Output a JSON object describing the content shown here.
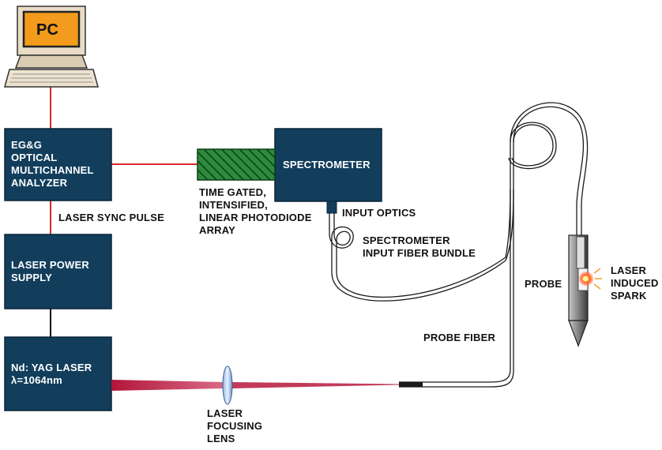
{
  "colors": {
    "box_fill": "#123e5c",
    "box_stroke": "#0a2436",
    "signal_line": "#d62828",
    "laser_beam": "#b2163a",
    "fiber": "#1a1a1a",
    "detector_fill": "#2e8b3e",
    "spark": "#ff3b1f",
    "monitor_screen": "#f39b1c",
    "computer_body": "#e8dcc6"
  },
  "icons": {
    "computer": "desktop-computer-icon",
    "detector": "photodiode-array-icon",
    "lens": "focusing-lens-icon",
    "probe": "probe-icon",
    "spark": "spark-icon"
  },
  "components": {
    "pc": "PC",
    "analyzer": [
      "EG&G",
      "OPTICAL",
      "MULTICHANNEL",
      "ANALYZER"
    ],
    "power_supply": [
      "LASER POWER",
      "SUPPLY"
    ],
    "laser": [
      "Nd: YAG LASER",
      "λ=1064nm"
    ],
    "spectrometer": "SPECTROMETER"
  },
  "labels": {
    "sync_pulse": "LASER SYNC PULSE",
    "detector": [
      "TIME GATED,",
      "INTENSIFIED,",
      "LINEAR PHOTODIODE",
      "ARRAY"
    ],
    "input_optics": "INPUT OPTICS",
    "input_fiber": [
      "SPECTROMETER",
      "INPUT FIBER BUNDLE"
    ],
    "probe": "PROBE",
    "spark": [
      "LASER",
      "INDUCED",
      "SPARK"
    ],
    "probe_fiber": "PROBE FIBER",
    "lens": [
      "LASER",
      "FOCUSING",
      "LENS"
    ]
  }
}
